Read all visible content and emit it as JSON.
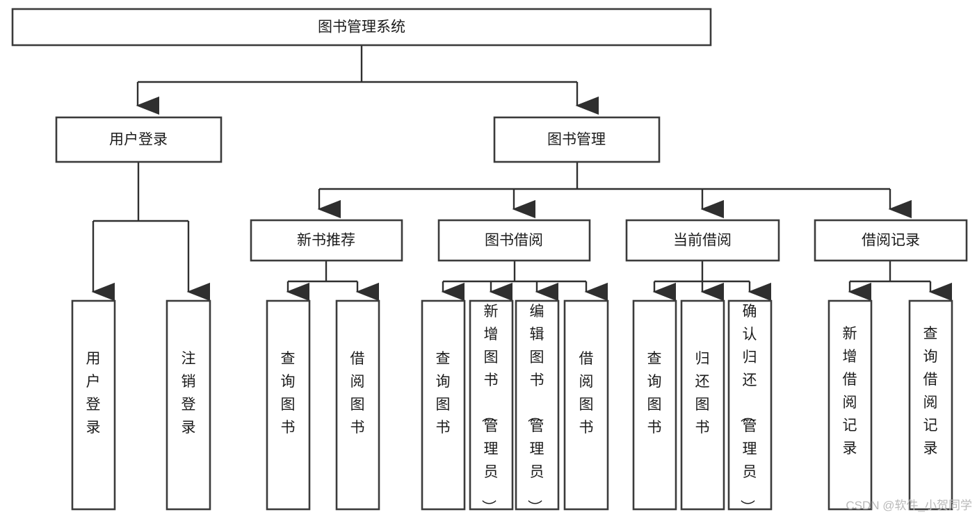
{
  "diagram": {
    "title": "图书管理系统",
    "type": "hierarchy-tree",
    "root": {
      "id": "root",
      "label": "图书管理系统"
    },
    "level2": [
      {
        "id": "user-login",
        "label": "用户登录"
      },
      {
        "id": "book-manage",
        "label": "图书管理"
      }
    ],
    "level3": [
      {
        "id": "new-book-rec",
        "label": "新书推荐",
        "parent": "book-manage"
      },
      {
        "id": "book-borrow",
        "label": "图书借阅",
        "parent": "book-manage"
      },
      {
        "id": "current-borrow",
        "label": "当前借阅",
        "parent": "book-manage"
      },
      {
        "id": "borrow-record",
        "label": "借阅记录",
        "parent": "book-manage"
      }
    ],
    "leaves": {
      "user-login": [
        {
          "id": "leaf-user-login",
          "label": "用户登录"
        },
        {
          "id": "leaf-logout",
          "label": "注销登录"
        }
      ],
      "new-book-rec": [
        {
          "id": "leaf-query-book-1",
          "label": "查询图书"
        },
        {
          "id": "leaf-borrow-book-1",
          "label": "借阅图书"
        }
      ],
      "book-borrow": [
        {
          "id": "leaf-query-book-2",
          "label": "查询图书"
        },
        {
          "id": "leaf-add-book",
          "label": "新增图书（管理员）"
        },
        {
          "id": "leaf-edit-book",
          "label": "编辑图书（管理员）"
        },
        {
          "id": "leaf-borrow-book-2",
          "label": "借阅图书"
        }
      ],
      "current-borrow": [
        {
          "id": "leaf-query-book-3",
          "label": "查询图书"
        },
        {
          "id": "leaf-return-book",
          "label": "归还图书"
        },
        {
          "id": "leaf-confirm-return",
          "label": "确认归还（管理员）"
        }
      ],
      "borrow-record": [
        {
          "id": "leaf-add-record",
          "label": "新增借阅记录"
        },
        {
          "id": "leaf-query-record",
          "label": "查询借阅记录"
        }
      ]
    },
    "colors": {
      "box_stroke": "#3b3b3b",
      "box_fill": "#ffffff",
      "connector": "#2f2f2f",
      "text": "#1b1b1b",
      "watermark": "#b9b9b9"
    }
  },
  "watermark": {
    "text": "CSDN @软件_小贺同学"
  }
}
